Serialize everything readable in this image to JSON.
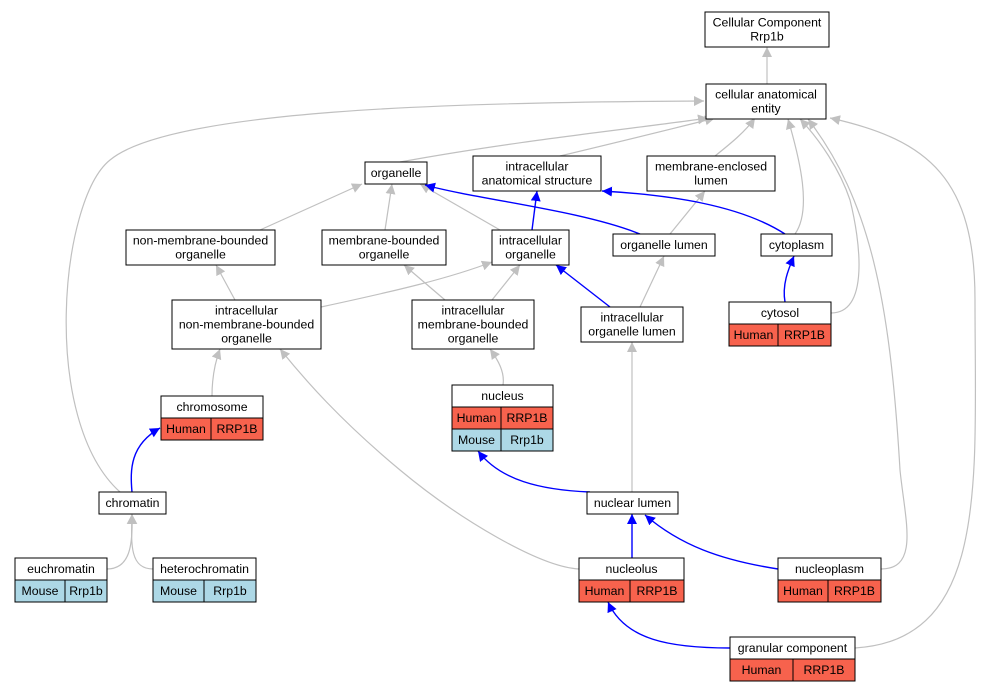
{
  "colors": {
    "gray_edge": "#c0c0c0",
    "blue_edge": "#0000ff",
    "human_fill": "#f7624d",
    "mouse_fill": "#add8e6",
    "node_fill": "#ffffff",
    "border": "#000000"
  },
  "nodes": [
    {
      "id": "root",
      "lines": [
        "Cellular Component",
        "Rrp1b"
      ]
    },
    {
      "id": "cae",
      "lines": [
        "cellular anatomical",
        "entity"
      ]
    },
    {
      "id": "organelle",
      "lines": [
        "organelle"
      ]
    },
    {
      "id": "ias",
      "lines": [
        "intracellular",
        "anatomical structure"
      ]
    },
    {
      "id": "mel",
      "lines": [
        "membrane-enclosed",
        "lumen"
      ]
    },
    {
      "id": "nmbo",
      "lines": [
        "non-membrane-bounded",
        "organelle"
      ]
    },
    {
      "id": "mbo",
      "lines": [
        "membrane-bounded",
        "organelle"
      ]
    },
    {
      "id": "io",
      "lines": [
        "intracellular",
        "organelle"
      ]
    },
    {
      "id": "ol",
      "lines": [
        "organelle lumen"
      ]
    },
    {
      "id": "cytoplasm",
      "lines": [
        "cytoplasm"
      ]
    },
    {
      "id": "inmbo",
      "lines": [
        "intracellular",
        "non-membrane-bounded",
        "organelle"
      ]
    },
    {
      "id": "imbo",
      "lines": [
        "intracellular",
        "membrane-bounded",
        "organelle"
      ]
    },
    {
      "id": "iol",
      "lines": [
        "intracellular",
        "organelle lumen"
      ]
    },
    {
      "id": "cytosol",
      "lines": [
        "cytosol"
      ],
      "rows": [
        [
          "Human",
          "RRP1B"
        ]
      ]
    },
    {
      "id": "chromosome",
      "lines": [
        "chromosome"
      ],
      "rows": [
        [
          "Human",
          "RRP1B"
        ]
      ]
    },
    {
      "id": "nucleus",
      "lines": [
        "nucleus"
      ],
      "rows": [
        [
          "Human",
          "RRP1B"
        ],
        [
          "Mouse",
          "Rrp1b"
        ]
      ]
    },
    {
      "id": "chromatin",
      "lines": [
        "chromatin"
      ]
    },
    {
      "id": "nuclumen",
      "lines": [
        "nuclear lumen"
      ]
    },
    {
      "id": "euchromatin",
      "lines": [
        "euchromatin"
      ],
      "rows": [
        [
          "Mouse",
          "Rrp1b"
        ]
      ]
    },
    {
      "id": "heterochromatin",
      "lines": [
        "heterochromatin"
      ],
      "rows": [
        [
          "Mouse",
          "Rrp1b"
        ]
      ]
    },
    {
      "id": "nucleolus",
      "lines": [
        "nucleolus"
      ],
      "rows": [
        [
          "Human",
          "RRP1B"
        ]
      ]
    },
    {
      "id": "nucleoplasm",
      "lines": [
        "nucleoplasm"
      ],
      "rows": [
        [
          "Human",
          "RRP1B"
        ]
      ]
    },
    {
      "id": "granular",
      "lines": [
        "granular component"
      ],
      "rows": [
        [
          "Human",
          "RRP1B"
        ]
      ]
    }
  ],
  "edges": [
    {
      "from": "cae",
      "to": "root",
      "color": "gray"
    },
    {
      "from": "organelle",
      "to": "cae",
      "color": "gray"
    },
    {
      "from": "ias",
      "to": "cae",
      "color": "gray"
    },
    {
      "from": "mel",
      "to": "cae",
      "color": "gray"
    },
    {
      "from": "cytoplasm",
      "to": "cae",
      "color": "gray"
    },
    {
      "from": "chromatin",
      "to": "cae",
      "color": "gray"
    },
    {
      "from": "cytosol",
      "to": "cae",
      "color": "gray"
    },
    {
      "from": "nucleoplasm",
      "to": "cae",
      "color": "gray"
    },
    {
      "from": "granular",
      "to": "cae",
      "color": "gray"
    },
    {
      "from": "nmbo",
      "to": "organelle",
      "color": "gray"
    },
    {
      "from": "mbo",
      "to": "organelle",
      "color": "gray"
    },
    {
      "from": "io",
      "to": "organelle",
      "color": "gray"
    },
    {
      "from": "io",
      "to": "ias",
      "color": "blue"
    },
    {
      "from": "ol",
      "to": "organelle",
      "color": "blue"
    },
    {
      "from": "ol",
      "to": "mel",
      "color": "gray"
    },
    {
      "from": "cytoplasm",
      "to": "ias",
      "color": "blue"
    },
    {
      "from": "inmbo",
      "to": "nmbo",
      "color": "gray"
    },
    {
      "from": "inmbo",
      "to": "io",
      "color": "gray"
    },
    {
      "from": "imbo",
      "to": "mbo",
      "color": "gray"
    },
    {
      "from": "imbo",
      "to": "io",
      "color": "gray"
    },
    {
      "from": "iol",
      "to": "io",
      "color": "blue"
    },
    {
      "from": "iol",
      "to": "ol",
      "color": "gray"
    },
    {
      "from": "cytosol",
      "to": "cytoplasm",
      "color": "blue"
    },
    {
      "from": "chromosome",
      "to": "inmbo",
      "color": "gray"
    },
    {
      "from": "nucleus",
      "to": "imbo",
      "color": "gray"
    },
    {
      "from": "nucleolus",
      "to": "inmbo",
      "color": "gray"
    },
    {
      "from": "chromatin",
      "to": "chromosome",
      "color": "blue"
    },
    {
      "from": "nuclumen",
      "to": "iol",
      "color": "gray"
    },
    {
      "from": "nuclumen",
      "to": "nucleus",
      "color": "blue"
    },
    {
      "from": "euchromatin",
      "to": "chromatin",
      "color": "gray"
    },
    {
      "from": "heterochromatin",
      "to": "chromatin",
      "color": "gray"
    },
    {
      "from": "nucleolus",
      "to": "nuclumen",
      "color": "blue"
    },
    {
      "from": "nucleoplasm",
      "to": "nuclumen",
      "color": "blue"
    },
    {
      "from": "granular",
      "to": "nucleolus",
      "color": "blue"
    }
  ]
}
